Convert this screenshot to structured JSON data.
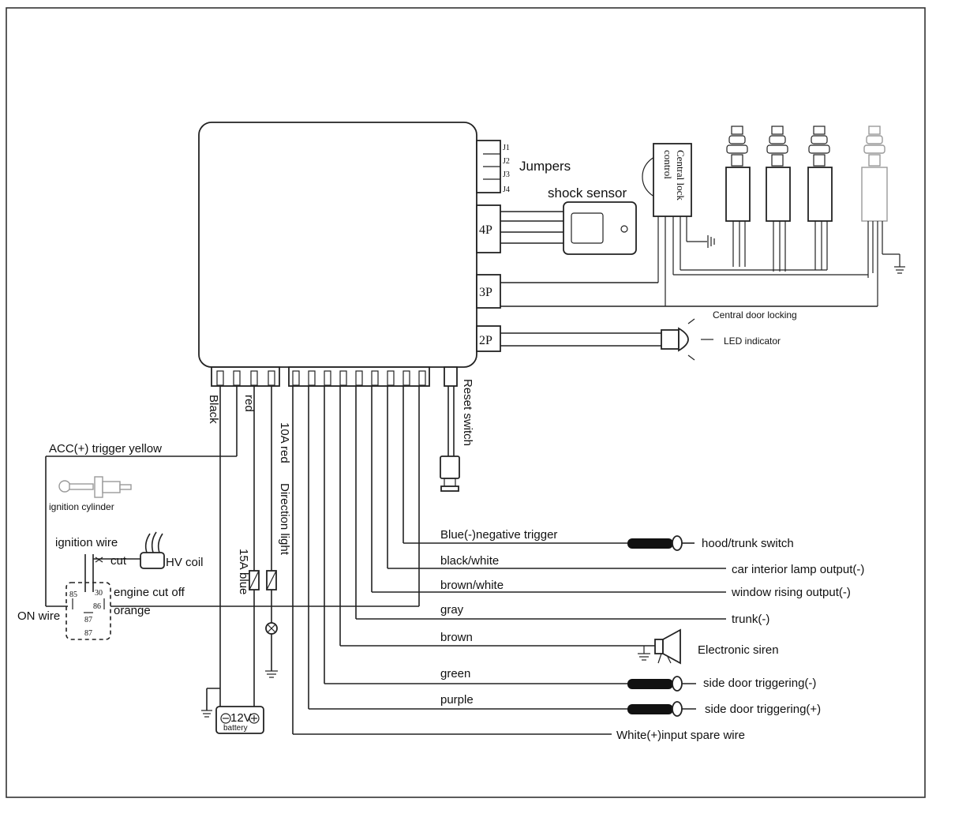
{
  "controller": {
    "jumpers": [
      "J1",
      "J2",
      "J3",
      "J4"
    ],
    "jumpers_label": "Jumpers",
    "ports": [
      "4P",
      "3P",
      "2P"
    ]
  },
  "sensors": {
    "shock_sensor": "shock sensor",
    "central_lock_control": [
      "Central lock",
      "control"
    ],
    "central_door_locking": "Central door locking",
    "led_indicator": "LED indicator"
  },
  "bottom_wires": {
    "black": "Black",
    "red": "red",
    "ten_a_red": "10A red",
    "direction_light": "Direction light",
    "fifteen_a_blue": "15A blue",
    "reset_switch": "Reset switch"
  },
  "left_circuit": {
    "acc_trigger": "ACC(+) trigger  yellow",
    "ignition_cylinder": "ignition cylinder",
    "ignition_wire": "ignition wire",
    "cut": "cut",
    "hv_coil": "HV coil",
    "engine_cut_off": "engine cut off",
    "orange": "orange",
    "on_wire": "ON wire",
    "relay_pins": [
      "85",
      "30",
      "86",
      "87",
      "87"
    ],
    "battery": [
      "12V",
      "battery"
    ]
  },
  "outputs": [
    {
      "wire": "Blue(-)negative trigger",
      "target": "hood/trunk switch"
    },
    {
      "wire": "black/white",
      "target": "car interior lamp output(-)"
    },
    {
      "wire": "brown/white",
      "target": "window rising output(-)"
    },
    {
      "wire": "gray",
      "target": "trunk(-)"
    },
    {
      "wire": "brown",
      "target": "Electronic siren"
    },
    {
      "wire": "green",
      "target": "side door triggering(-)"
    },
    {
      "wire": "purple",
      "target": "side door triggering(+)"
    },
    {
      "wire": "",
      "target": "White(+)input spare wire"
    }
  ]
}
